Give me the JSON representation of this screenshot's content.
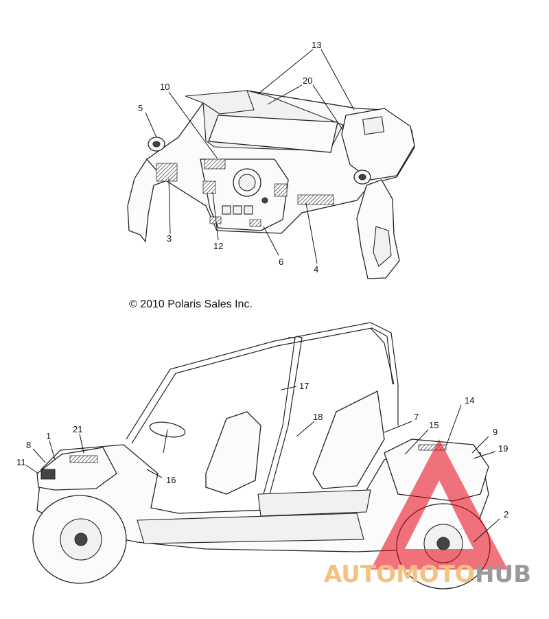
{
  "copyright": "© 2010 Polaris Sales Inc.",
  "top_view": {
    "callouts": [
      "13",
      "10",
      "20",
      "5",
      "3",
      "12",
      "6",
      "4"
    ]
  },
  "side_view": {
    "callouts": [
      "17",
      "18",
      "7",
      "14",
      "15",
      "9",
      "19",
      "8",
      "1",
      "21",
      "11",
      "16",
      "2"
    ]
  },
  "watermark": {
    "text_part1": "AUTOMOTO",
    "text_part2": "HUB",
    "color_part1": "#f5c080",
    "color_part2": "#9a9a9a",
    "logo_color": "#e60012"
  }
}
